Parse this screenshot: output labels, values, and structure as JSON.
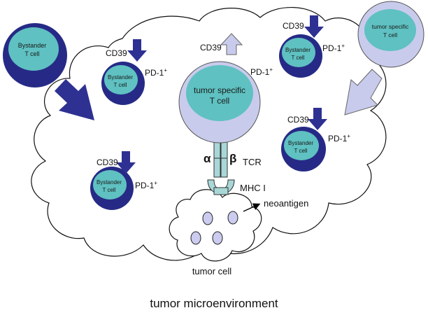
{
  "caption": "tumor microenvironment",
  "cells": {
    "bystander_outside": {
      "line1": "Bystander",
      "line2": "T cell"
    },
    "bystander_top_left": {
      "line1": "Bystander",
      "line2": "T cell",
      "cd39": "CD39",
      "pd1": "PD-1",
      "pd1_sup": "+"
    },
    "bystander_bottom_left": {
      "line1": "Bystander",
      "line2": "T cell",
      "cd39": "CD39",
      "pd1": "PD-1",
      "pd1_sup": "+"
    },
    "bystander_top_right": {
      "line1": "Bystander",
      "line2": "T cell",
      "cd39": "CD39",
      "pd1": "PD-1",
      "pd1_sup": "+"
    },
    "bystander_mid_right": {
      "line1": "Bystander",
      "line2": "T cell",
      "cd39": "CD39",
      "pd1": "PD-1",
      "pd1_sup": "+"
    },
    "tumor_specific_outside": {
      "line1": "tumor specific",
      "line2": "T cell"
    },
    "tumor_specific_center": {
      "line1": "tumor specific",
      "line2": "T cell",
      "cd39": "CD39",
      "pd1": "PD-1",
      "pd1_sup": "+"
    }
  },
  "tcr": {
    "alpha": "α",
    "beta": "β",
    "label": "TCR"
  },
  "mhc_label": "MHC I",
  "neoantigen_label": "neoantigen",
  "tumor_cell_label": "tumor cell",
  "colors": {
    "bystander_ring": "#262a86",
    "bystander_core": "#5fc1c1",
    "specific_ring": "#c9cbec",
    "specific_core": "#5fc1c1",
    "down_arrow": "#2e3192",
    "up_arrow": "#c9cbec",
    "tcr_fill": "#a9d7d7",
    "antigen_dot": "#ccccf0"
  }
}
